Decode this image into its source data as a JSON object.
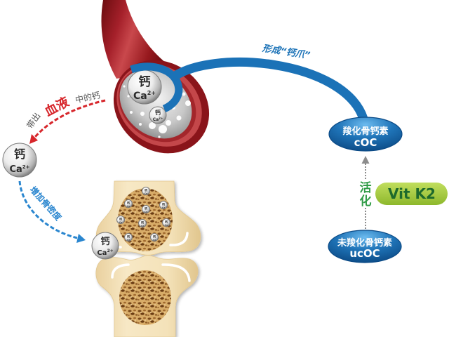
{
  "calcium": {
    "hanzi": "钙",
    "symbol": "Ca",
    "charge": "2+"
  },
  "release_path": {
    "label_prefix": "带出",
    "label_emphasis": "血液",
    "label_suffix": "中的钙"
  },
  "deposit_path": {
    "label": "增加骨密度"
  },
  "claw_arc": {
    "label": "形成“钙爪”"
  },
  "carboxylated": {
    "name": "羧化骨钙素",
    "abbr": "cOC"
  },
  "uncarboxylated": {
    "name": "未羧化骨钙素",
    "abbr": "ucOC"
  },
  "activation": {
    "label_chars": [
      "活",
      "化"
    ]
  },
  "vitamin": {
    "label": "Vit K2"
  },
  "illustrations": [
    "blood-vessel-cross-section",
    "calcium-ion-sphere",
    "bone-joint-trabecular"
  ],
  "colors": {
    "claw_blue": "#1b72b7",
    "release_red": "#d7262b",
    "deposit_blue": "#2a86cf",
    "activation_green": "#2e9b45",
    "vitk2_fill": "#9dc63c",
    "vitk2_text": "#1e6a2c",
    "bone": "#f3e2b7",
    "vessel_red": "#9b1c1f",
    "osteocalcin_blue": "#1565a8",
    "pathway_gray": "#8c8c8c",
    "label_gray": "#555555"
  }
}
